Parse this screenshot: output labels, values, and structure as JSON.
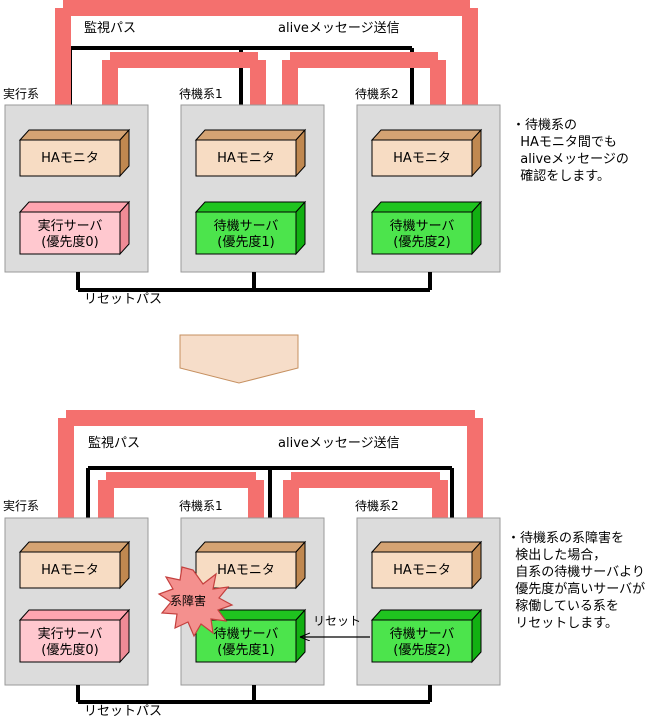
{
  "diagram": {
    "title_note_1": "・待機系の\n  HAモニタ間でも\n  aliveメッセージの\n  確認をします。",
    "title_note_2": "・待機系の系障害を\n  検出した場合，\n  自系の待機サーバより\n  優先度が高いサーバが\n  稼働している系を\n  リセットします。"
  },
  "labels": {
    "monitor_path": "監視パス",
    "alive_message": "aliveメッセージ送信",
    "reset_path": "リセットパス",
    "reset": "リセット",
    "system_failure": "系障害"
  },
  "top": {
    "systems": [
      {
        "title": "実行系",
        "monitor": "HAモニタ",
        "server_line1": "実行サーバ",
        "server_line2": "(優先度0)",
        "server_color": "#ffc0cb"
      },
      {
        "title": "待機系1",
        "monitor": "HAモニタ",
        "server_line1": "待機サーバ",
        "server_line2": "(優先度1)",
        "server_color": "#44e044"
      },
      {
        "title": "待機系2",
        "monitor": "HAモニタ",
        "server_line1": "待機サーバ",
        "server_line2": "(優先度2)",
        "server_color": "#44e044"
      }
    ],
    "monitor_path": "監視パス",
    "alive_message": "aliveメッセージ送信",
    "reset_path": "リセットパス"
  },
  "bottom": {
    "systems": [
      {
        "title": "実行系",
        "monitor": "HAモニタ",
        "server_line1": "実行サーバ",
        "server_line2": "(優先度0)",
        "server_color": "#ffc0cb"
      },
      {
        "title": "待機系1",
        "monitor": "HAモニタ",
        "server_line1": "待機サーバ",
        "server_line2": "(優先度1)",
        "server_color": "#44e044"
      },
      {
        "title": "待機系2",
        "monitor": "HAモニタ",
        "server_line1": "待機サーバ",
        "server_line2": "(優先度2)",
        "server_color": "#44e044"
      }
    ],
    "monitor_path": "監視パス",
    "alive_message": "aliveメッセージ送信",
    "reset_path": "リセットパス",
    "reset_arrow_label": "リセット",
    "failure_badge": "系障害"
  },
  "colors": {
    "arrow_red": "#f4706e",
    "panel_gray": "#dcdcdc",
    "panel_border": "#9a9a9a",
    "monitor_face": "#f7dcc3",
    "monitor_top": "#d4a373",
    "monitor_side": "#c08850",
    "server_pink_face": "#ffc8cf",
    "server_pink_top": "#ffa5b0",
    "server_pink_side": "#ef8b96",
    "server_green_face": "#4ce44c",
    "server_green_top": "#1fc41f",
    "server_green_side": "#12b012",
    "black": "#000000",
    "transition_fill": "#f6ddc9",
    "transition_border": "#c69060",
    "burst_fill": "#f4908e",
    "burst_border": "#c4403e"
  }
}
